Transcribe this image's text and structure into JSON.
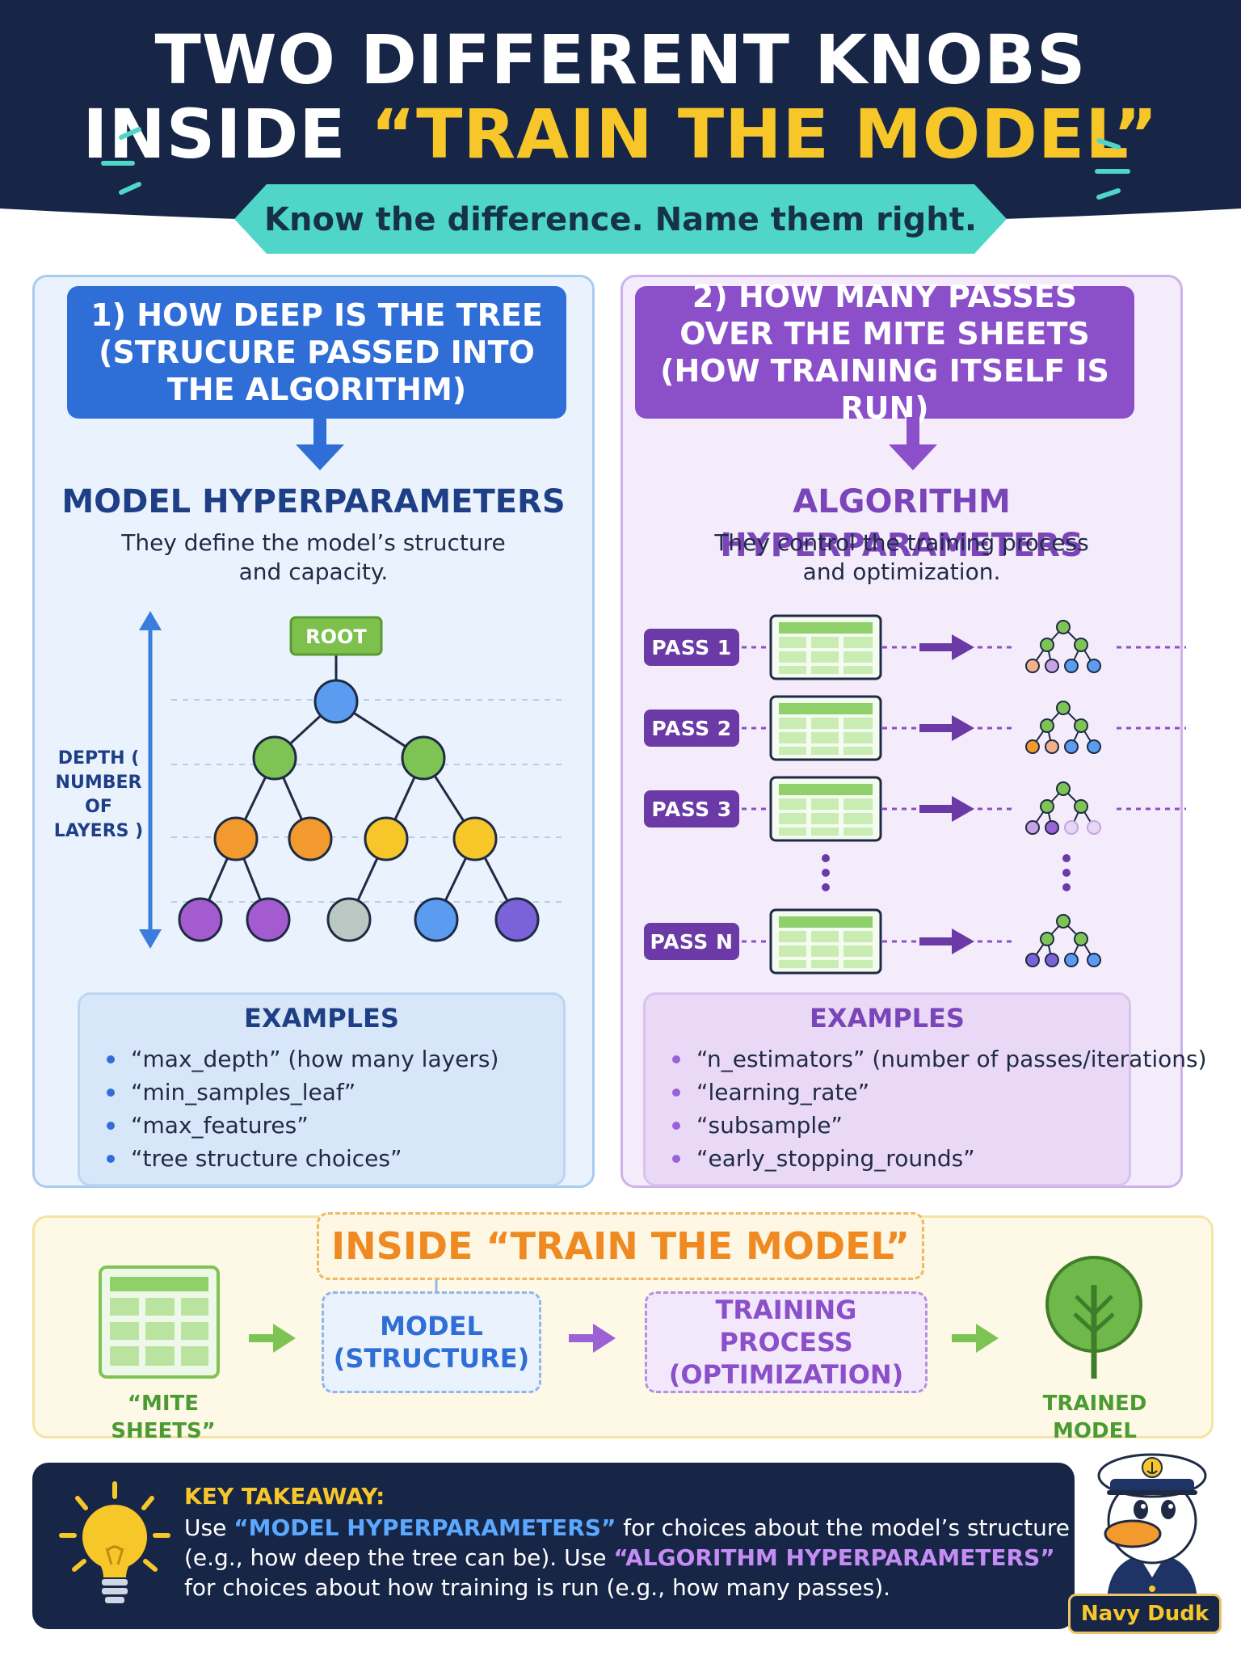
{
  "header": {
    "title_line1": "TWO DIFFERENT KNOBS",
    "title_line2_prefix": "INSIDE ",
    "title_line2_highlight": "“TRAIN THE MODEL”",
    "subtitle": "Know the difference. Name them right."
  },
  "left": {
    "question": "1) HOW DEEP IS THE TREE (STRUCURE PASSED INTO THE ALGORITHM)",
    "title": "MODEL HYPERPARAMETERS",
    "desc_line1": "They define the model’s structure",
    "desc_line2": "and capacity.",
    "root_label": "ROOT",
    "depth_label": "DEPTH ( NUMBER OF LAYERS )",
    "examples_title": "EXAMPLES",
    "examples": [
      "“max_depth” (how many layers)",
      "“min_samples_leaf”",
      "“max_features”",
      "“tree structure choices”"
    ]
  },
  "right": {
    "question": "2) HOW MANY PASSES OVER THE MITE SHEETS (HOW TRAINING ITSELF IS RUN)",
    "title": "ALGORITHM HYPERPARAMETERS",
    "desc_line1": "They control the training process",
    "desc_line2": "and optimization.",
    "passes": [
      "PASS 1",
      "PASS 2",
      "PASS 3",
      "PASS N"
    ],
    "examples_title": "EXAMPLES",
    "examples": [
      "“n_estimators” (number of passes/iterations)",
      "“learning_rate”",
      "“subsample”",
      "“early_stopping_rounds”"
    ]
  },
  "flow": {
    "title": "INSIDE “TRAIN THE MODEL”",
    "input_label": "“MITE SHEETS”",
    "model_line1": "MODEL",
    "model_line2": "(STRUCTURE)",
    "train_line1": "TRAINING PROCESS",
    "train_line2": "(OPTIMIZATION)",
    "output_label": "TRAINED MODEL"
  },
  "takeaway": {
    "heading": "KEY TAKEAWAY:",
    "l1_pre": "Use ",
    "l1_term": "“MODEL HYPERPARAMETERS”",
    "l1_post": " for choices about the model’s structure",
    "l2_pre": "(e.g., how deep the tree can be). Use ",
    "l2_term": "“ALGORITHM HYPERPARAMETERS”",
    "l3": "for choices about how training is run (e.g., how many passes)."
  },
  "mascot": {
    "tag": "Navy Dudk"
  },
  "colors": {
    "navy": "#172647",
    "yellow": "#f7c72a",
    "blue": "#2f6ed6",
    "purple": "#8a4fc9",
    "orange": "#ef8a22",
    "green": "#4b9a32",
    "teal": "#4fd6c9"
  }
}
